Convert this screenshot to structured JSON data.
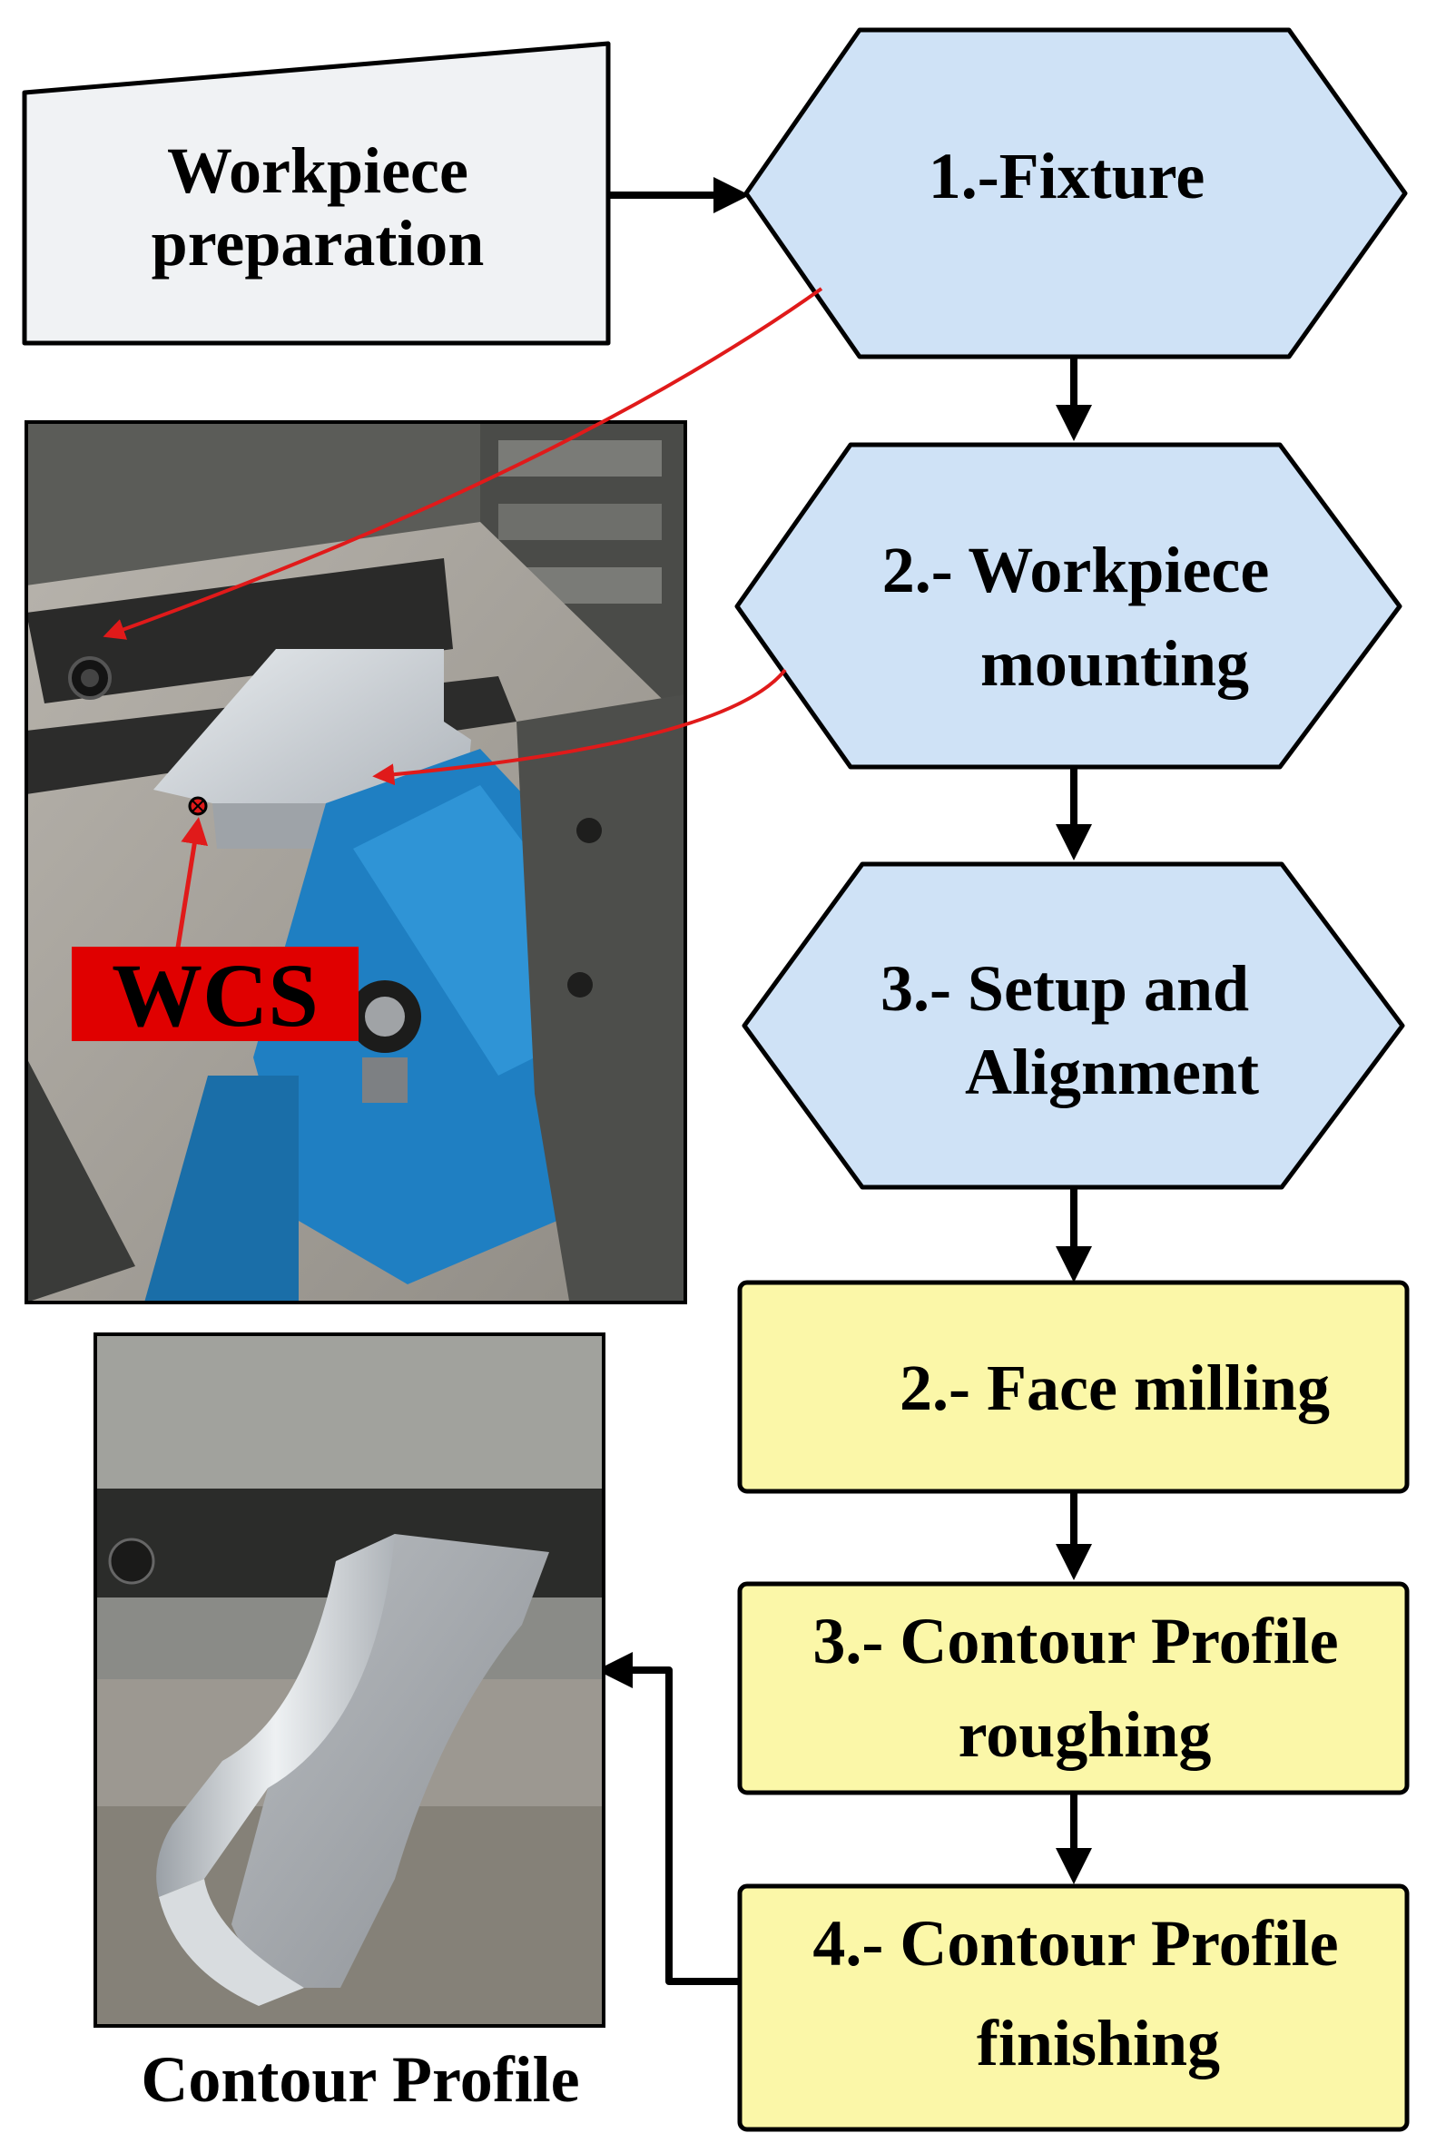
{
  "prep_box": {
    "line1": "Workpiece",
    "line2": "preparation"
  },
  "steps": {
    "fixture": {
      "line1": "1.-Fixture"
    },
    "mounting": {
      "line1": "2.- Workpiece",
      "line2": "mounting"
    },
    "setup": {
      "line1": "3.- Setup and",
      "line2": "Alignment"
    },
    "face": {
      "line1": "2.- Face milling"
    },
    "roughing": {
      "line1": "3.- Contour Profile",
      "line2": "roughing"
    },
    "finishing": {
      "line1": "4.- Contour Profile",
      "line2": "finishing"
    }
  },
  "photo_labels": {
    "wcs": "WCS",
    "caption": "Contour Profile"
  },
  "colors": {
    "hexagon_fill": "#cfe2f6",
    "process_fill": "#fbf7a8",
    "prep_fill": "#f0f2f4",
    "annotation_red": "#e01a1a",
    "wcs_background": "#e00000",
    "vise_blue": "#1f7fc2"
  }
}
